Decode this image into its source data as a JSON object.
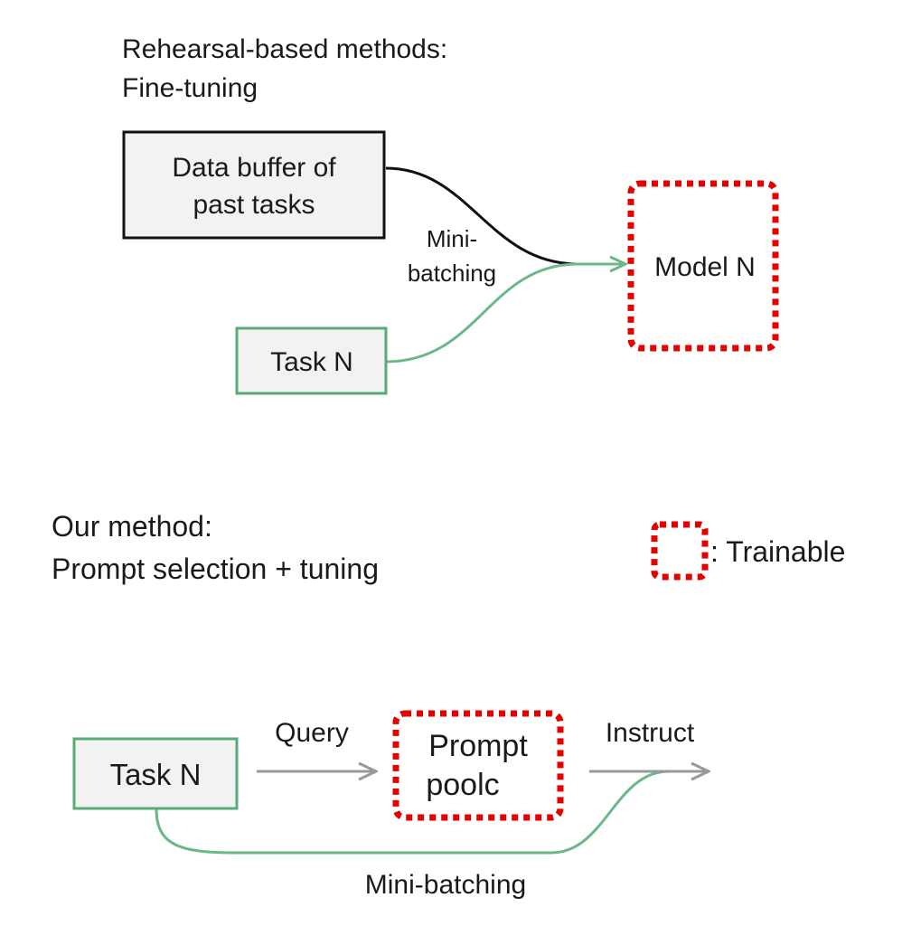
{
  "top_section": {
    "heading_line1": "Rehearsal-based methods:",
    "heading_line2": "Fine-tuning",
    "buffer_box_line1": "Data buffer of",
    "buffer_box_line2": "past tasks",
    "task_box": "Task N",
    "edge_label_line1": "Mini-",
    "edge_label_line2": "batching",
    "model_box": "Model N"
  },
  "bottom_section": {
    "heading_line1": "Our method:",
    "heading_line2": "Prompt selection + tuning",
    "task_box": "Task N",
    "query_label": "Query",
    "prompt_box_line1": "Prompt",
    "prompt_box_line2": "poolc",
    "instruct_label": "Instruct",
    "minibatching_label": "Mini-batching"
  },
  "legend": {
    "trainable_label": ": Trainable"
  },
  "colors": {
    "trainable_border": "#e60000",
    "task_border": "#5aab7a",
    "task_arrow": "#6ab88a",
    "query_arrow": "#999999",
    "buffer_fill": "#f2f2f2",
    "task_fill": "#f2f2f2",
    "black_line": "#111111"
  }
}
